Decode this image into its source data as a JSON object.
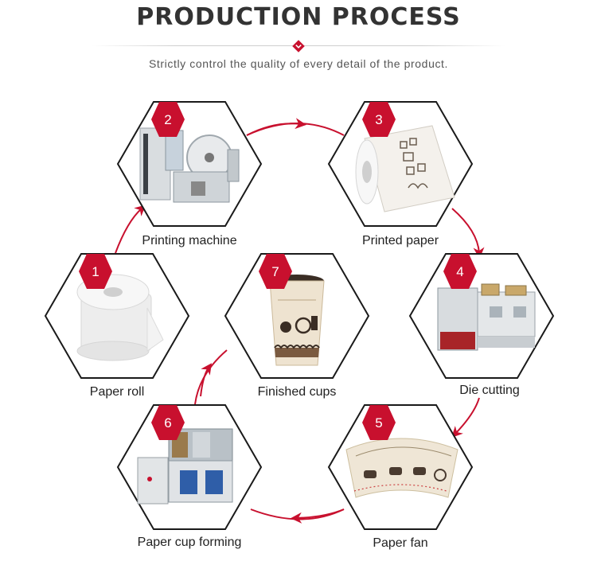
{
  "header": {
    "title": "PRODUCTION PROCESS",
    "subtitle": "Strictly control the quality of every detail of the product."
  },
  "colors": {
    "accent": "#c8102e",
    "hex_border": "#1a1a1a",
    "text": "#222222"
  },
  "steps": [
    {
      "number": "1",
      "label": "Paper roll",
      "image": "paper-roll"
    },
    {
      "number": "2",
      "label": "Printing machine",
      "image": "printing-machine"
    },
    {
      "number": "3",
      "label": "Printed paper",
      "image": "printed-paper-roll"
    },
    {
      "number": "4",
      "label": "Die cutting",
      "image": "die-cutting-machine"
    },
    {
      "number": "5",
      "label": "Paper fan",
      "image": "paper-fan"
    },
    {
      "number": "6",
      "label": "Paper cup forming",
      "image": "cup-forming-machine"
    },
    {
      "number": "7",
      "label": "Finished cups",
      "image": "paper-cup"
    }
  ]
}
